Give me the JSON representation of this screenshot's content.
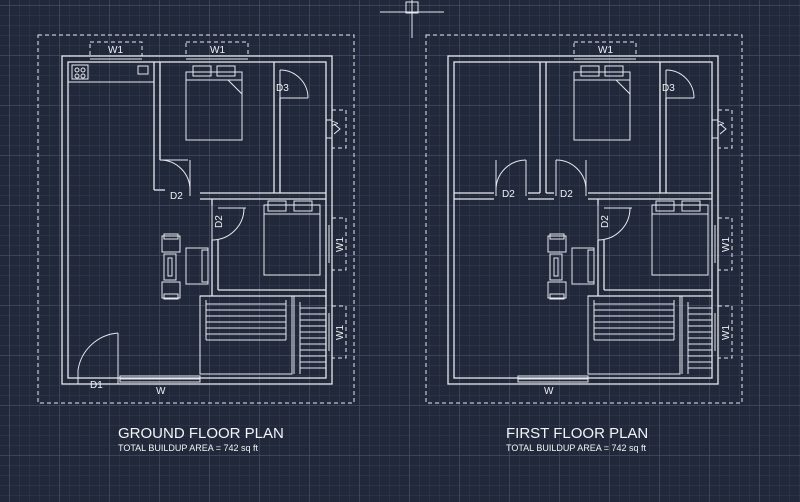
{
  "plans": [
    {
      "title": "GROUND FLOOR PLAN",
      "subtitle": "TOTAL BUILDUP AREA = 742 sq ft",
      "labels": {
        "w1_top_left": "W1",
        "w1_top_bed": "W1",
        "d3": "D3",
        "v": "V",
        "d2_bed": "D2",
        "d2_bed2": "D2",
        "w1_side_1": "W1",
        "w1_side_2": "W1",
        "d1": "D1",
        "w": "W"
      }
    },
    {
      "title": "FIRST FLOOR PLAN",
      "subtitle": "TOTAL BUILDUP AREA = 742 sq ft",
      "labels": {
        "w1_top_bed": "W1",
        "d3": "D3",
        "v": "V",
        "d2_left": "D2",
        "d2_bed": "D2",
        "d2_bed2": "D2",
        "w1_side_1": "W1",
        "w1_side_2": "W1",
        "w": "W"
      }
    }
  ],
  "colors": {
    "background": "#212839",
    "linework": "#e6e9ee"
  }
}
